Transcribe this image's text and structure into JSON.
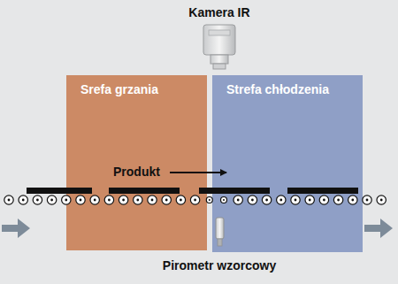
{
  "diagram": {
    "nodes": [
      {
        "text": [
          "Srefa grzania"
        ]
      },
      {
        "text": [
          "Strefa chłodzenia"
        ]
      }
    ],
    "labels": [
      "Kamera IR",
      "Produkt",
      "Pirometr wzorcowy"
    ]
  }
}
